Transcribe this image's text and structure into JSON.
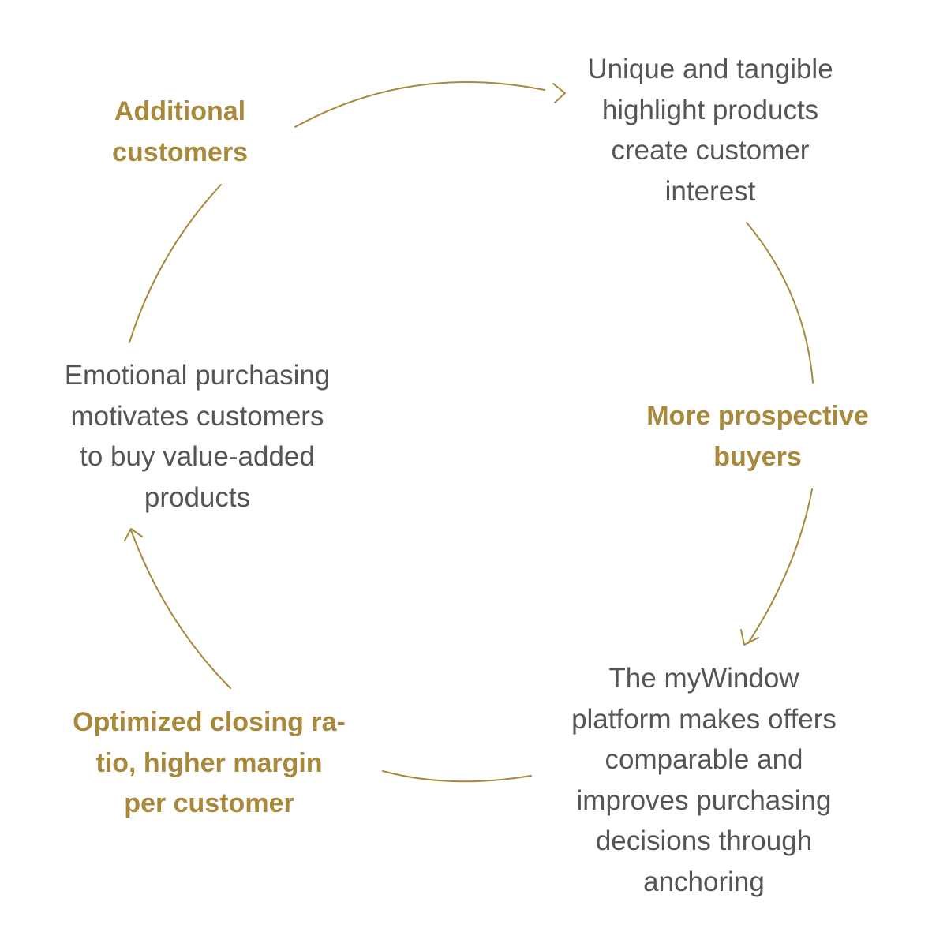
{
  "colors": {
    "accent": "#a8883a",
    "text": "#555555",
    "background": "#ffffff"
  },
  "nodes": {
    "unique": {
      "lines": [
        "Unique and tangible",
        "highlight products",
        "create customer",
        "interest"
      ]
    },
    "prospective": {
      "lines": [
        "More prospective",
        "buyers"
      ]
    },
    "mywindow": {
      "lines": [
        "The myWindow",
        "platform makes offers",
        "comparable and",
        "improves purchasing",
        "decisions through",
        "anchoring"
      ]
    },
    "optimized": {
      "lines": [
        "Optimized closing ra-",
        "tio, higher margin",
        "per customer"
      ]
    },
    "emotional": {
      "lines": [
        "Emotional purchasing",
        "motivates customers",
        "to buy value-added",
        "products"
      ]
    },
    "additional": {
      "lines": [
        "Additional",
        "customers"
      ]
    }
  }
}
